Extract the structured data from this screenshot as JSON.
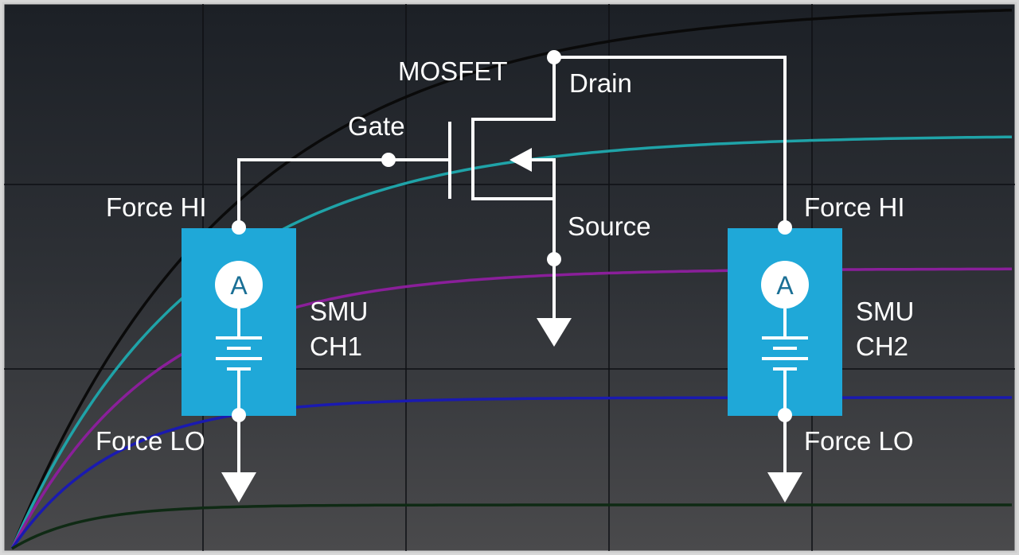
{
  "labels": {
    "mosfet": "MOSFET",
    "drain": "Drain",
    "gate": "Gate",
    "source": "Source",
    "left_force_hi": "Force HI",
    "left_force_lo": "Force LO",
    "right_force_hi": "Force HI",
    "right_force_lo": "Force LO",
    "smu1_line1": "SMU",
    "smu1_line2": "CH1",
    "smu2_line1": "SMU",
    "smu2_line2": "CH2",
    "ammeter1": "A",
    "ammeter2": "A"
  },
  "colors": {
    "smu_box": "#1fa8d8",
    "wire": "#ffffff",
    "curves": [
      "#0a0a0a",
      "#1fa3a8",
      "#8a1f9a",
      "#1a1ab0",
      "#0f2a14"
    ]
  }
}
